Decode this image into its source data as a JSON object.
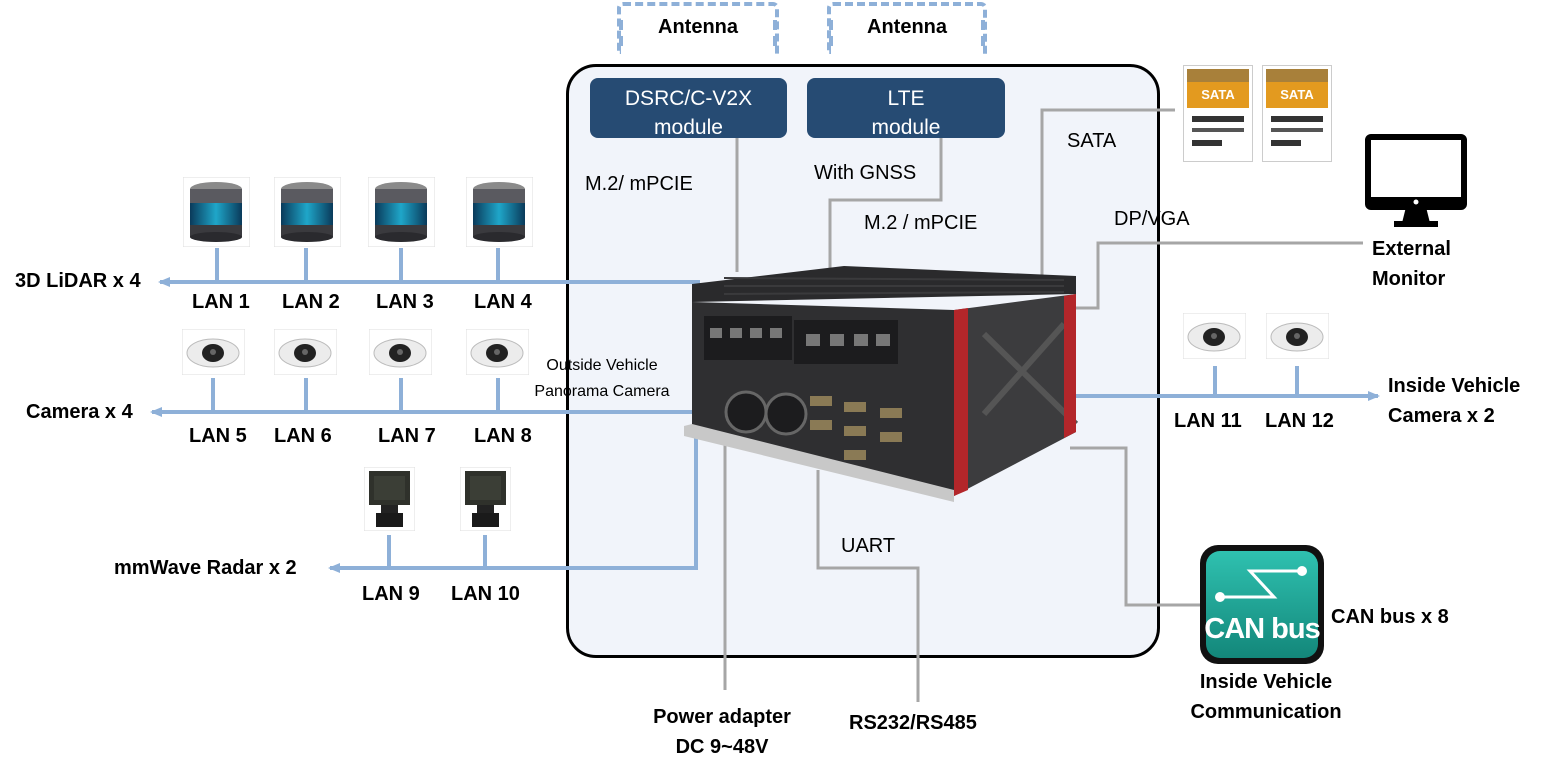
{
  "antennas": [
    "Antenna",
    "Antenna"
  ],
  "modules": {
    "dsrc": {
      "line1": "DSRC/C-V2X",
      "line2": "module"
    },
    "lte": {
      "line1": "LTE",
      "line2": "module"
    }
  },
  "interfaces": {
    "m2_mpcie_left": "M.2/ mPCIE",
    "with_gnss": "With GNSS",
    "m2_mpcie_right": "M.2 / mPCIE",
    "sata": "SATA",
    "dp_vga": "DP/VGA",
    "uart": "UART",
    "rs232": "RS232/RS485",
    "power_line1": "Power adapter",
    "power_line2": "DC 9~48V",
    "outside_line1": "Outside Vehicle",
    "outside_line2": "Panorama Camera"
  },
  "left_groups": {
    "lidar": {
      "label": "3D LiDAR x 4",
      "lans": [
        "LAN 1",
        "LAN 2",
        "LAN 3",
        "LAN 4"
      ]
    },
    "camera": {
      "label": "Camera x 4",
      "lans": [
        "LAN 5",
        "LAN 6",
        "LAN 7",
        "LAN 8"
      ]
    },
    "radar": {
      "label": "mmWave Radar x 2",
      "lans": [
        "LAN 9",
        "LAN 10"
      ]
    }
  },
  "right_groups": {
    "monitor": {
      "line1": "External",
      "line2": "Monitor"
    },
    "inside_camera": {
      "line1": "Inside Vehicle",
      "line2": "Camera x 2",
      "lans": [
        "LAN 11",
        "LAN 12"
      ]
    },
    "can": {
      "logo_text": "CAN bus",
      "label": "CAN bus x 8",
      "line1": "Inside Vehicle",
      "line2": "Communication"
    }
  },
  "ssd_label": "SATA",
  "colors": {
    "module_fill": "#264b73",
    "host_fill": "#f1f4fa",
    "connector": "#8eb0d8",
    "wire": "#a6a6a6",
    "can_teal": "#1a9b8c"
  }
}
